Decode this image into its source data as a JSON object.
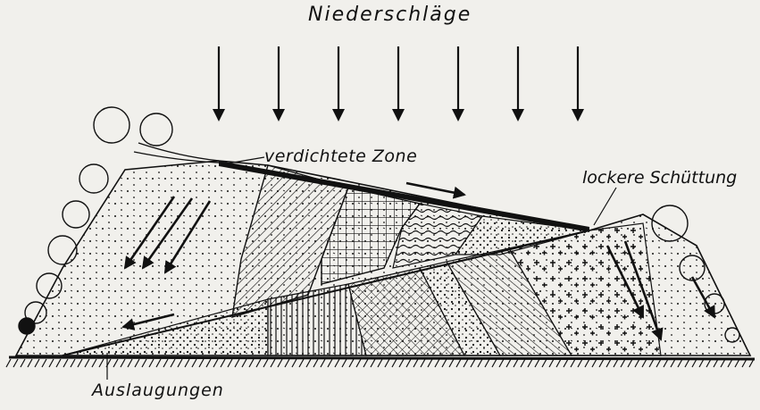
{
  "diagram": {
    "title": "Niederschläge",
    "labels": {
      "compacted_zone": "verdichtete Zone",
      "loose_fill": "lockere Schüttung",
      "leaching": "Auslaugungen"
    },
    "rain_arrow_count": 7,
    "colors": {
      "ink": "#111111",
      "paper": "#f1f0ec"
    }
  }
}
